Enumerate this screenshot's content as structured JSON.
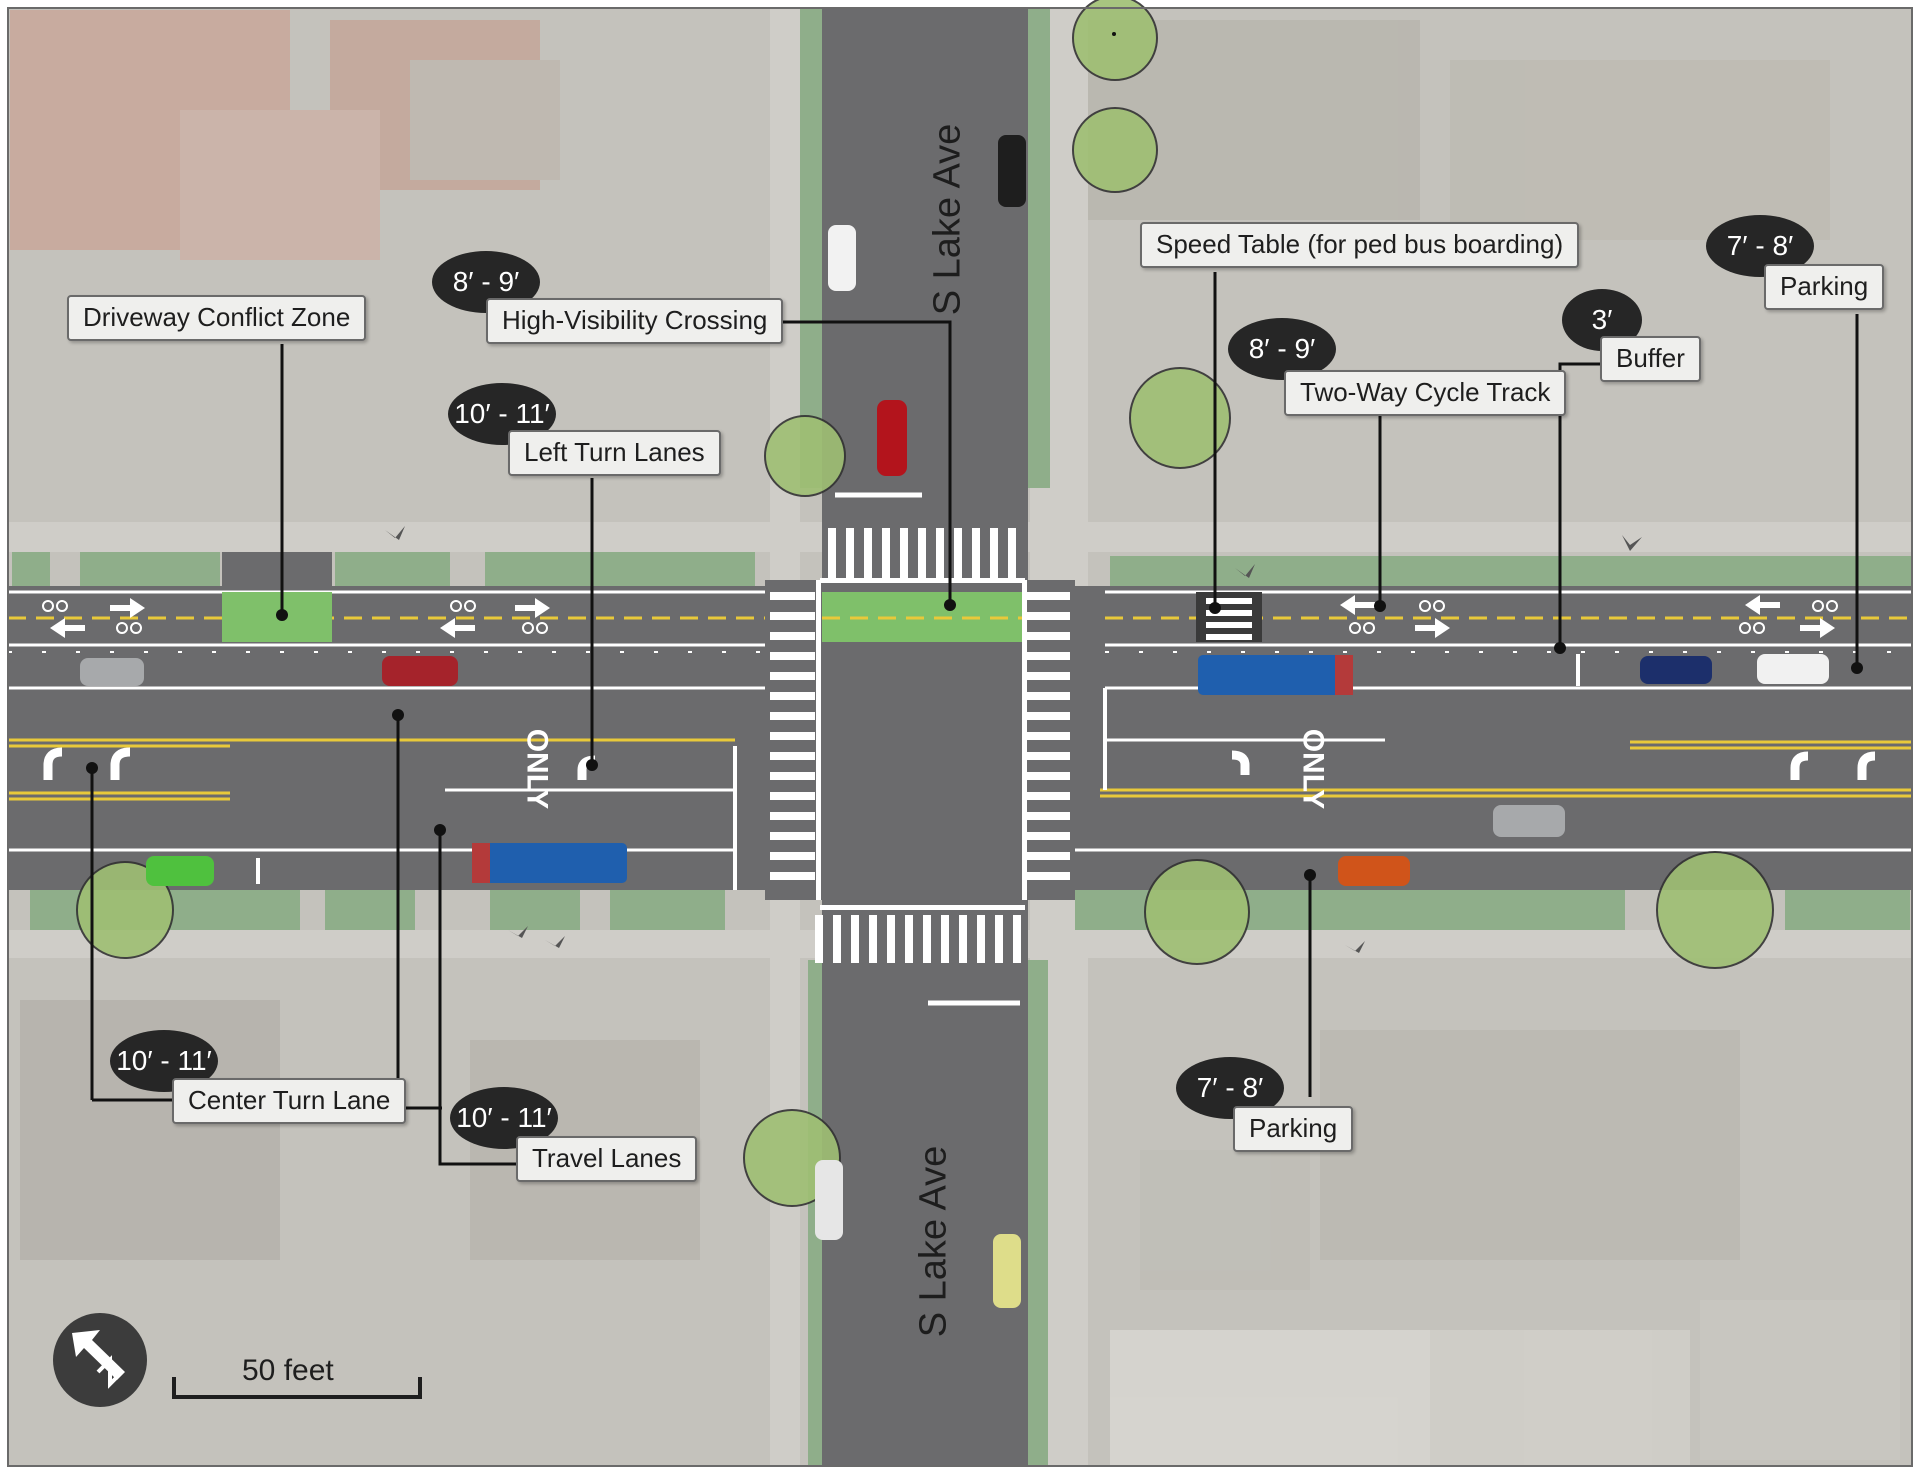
{
  "street_name_north": "S Lake Ave",
  "street_name_south": "S Lake Ave",
  "pavement_word_west": "ONLY",
  "pavement_word_east": "ONLY",
  "callouts": {
    "driveway_conflict_zone": "Driveway Conflict Zone",
    "high_visibility_crossing": "High-Visibility Crossing",
    "high_visibility_crossing_width": "8′ - 9′",
    "left_turn_lanes": "Left Turn Lanes",
    "left_turn_lanes_width": "10′ - 11′",
    "speed_table": "Speed Table (for ped bus boarding)",
    "two_way_cycle_track": "Two-Way Cycle Track",
    "two_way_cycle_track_width": "8′ - 9′",
    "buffer": "Buffer",
    "buffer_width": "3′",
    "parking_north": "Parking",
    "parking_north_width": "7′ - 8′",
    "center_turn_lane": "Center Turn Lane",
    "center_turn_lane_width": "10′ - 11′",
    "travel_lanes": "Travel Lanes",
    "travel_lanes_width": "10′ - 11′",
    "parking_south": "Parking",
    "parking_south_width": "7′ - 8′"
  },
  "scale_bar": "50 feet",
  "colors": {
    "asphalt": "#6b6b6d",
    "sidewalk": "#cfcdc8",
    "green_strip": "#8fae8a",
    "yellow_line": "#e8c93a",
    "conflict_green": "#7fc06a",
    "bus_blue": "#1f5fae",
    "tree": "#9fbf73"
  },
  "icons": [
    "north-arrow-icon",
    "bicycle-icon",
    "lane-arrow-icon",
    "bird-icon",
    "car-icon",
    "bus-icon",
    "tree-icon"
  ]
}
